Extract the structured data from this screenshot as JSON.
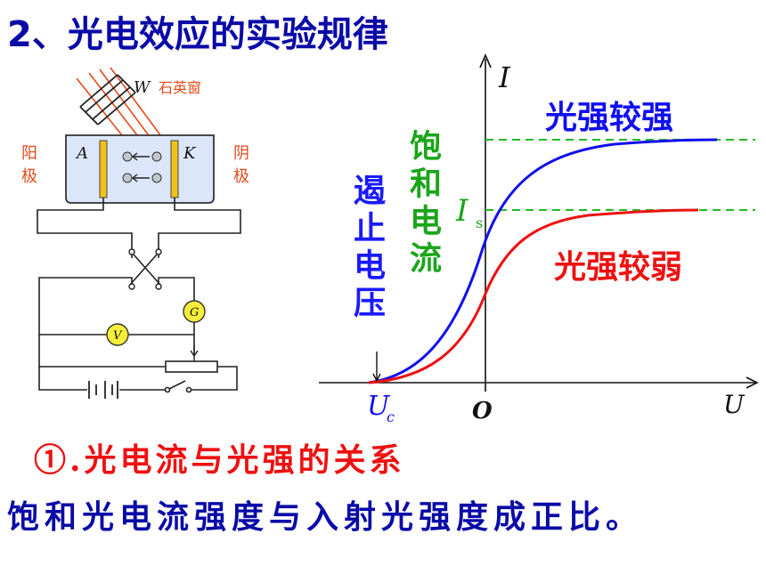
{
  "title": "2、光电效应的实验规律",
  "apparatus": {
    "window_symbol": "W",
    "window_label": "石英窗",
    "anode_symbol": "A",
    "cathode_symbol": "K",
    "anode_label": [
      "阳",
      "极"
    ],
    "cathode_label": [
      "阴",
      "极"
    ],
    "voltmeter": "V",
    "galvanometer": "G"
  },
  "graph": {
    "y_axis_label": "I",
    "x_axis_label": "U",
    "origin_label": "O",
    "stopping_voltage_label": "U",
    "stopping_voltage_sub": "c",
    "saturation_current_label": "I",
    "saturation_current_sub": "s",
    "strong_label": "光强较强",
    "weak_label": "光强较弱",
    "stopping_voltage_text": "遏止电压",
    "saturation_text": "饱和电流",
    "colors": {
      "strong": "#1010ee",
      "weak": "#ee1111",
      "dashed": "#22bb22"
    }
  },
  "heading": "①.光电流与光强的关系",
  "statement": "饱和光电流强度与入射光强度成正比。"
}
